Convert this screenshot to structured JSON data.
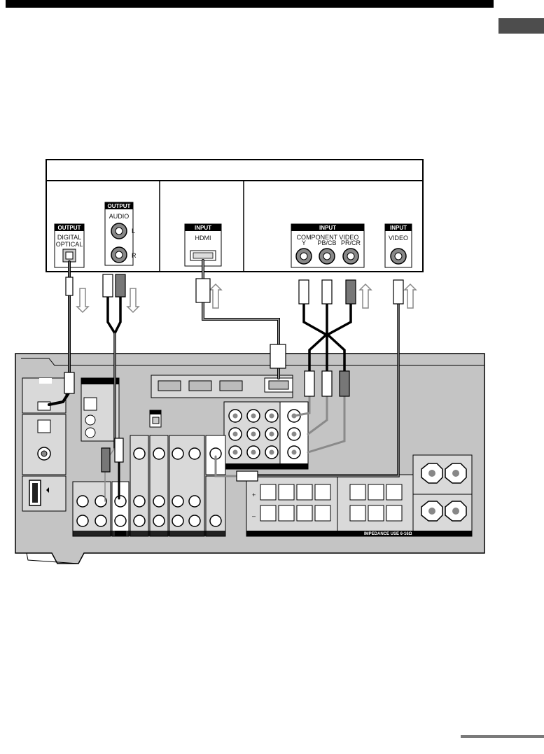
{
  "colors": {
    "panel_gray": "#b9b9b9",
    "cable_gray": "#8a8a8a",
    "black": "#000000"
  },
  "source_device": {
    "output_optical": {
      "header": "OUTPUT",
      "line1": "DIGITAL",
      "line2": "OPTICAL"
    },
    "output_audio": {
      "header": "OUTPUT",
      "title": "AUDIO",
      "left": "L",
      "right": "R"
    }
  },
  "display_hdmi": {
    "header": "INPUT",
    "label": "HDMI"
  },
  "display_video": {
    "component": {
      "header": "INPUT",
      "title": "COMPONENT VIDEO",
      "y": "Y",
      "pb": "PB/CB",
      "pr": "PR/CR"
    },
    "composite": {
      "header": "INPUT",
      "label": "VIDEO"
    }
  },
  "receiver": {
    "speaker_note": "IMPEDANCE USE 6-16Ω",
    "plus": "+",
    "minus": "–"
  }
}
